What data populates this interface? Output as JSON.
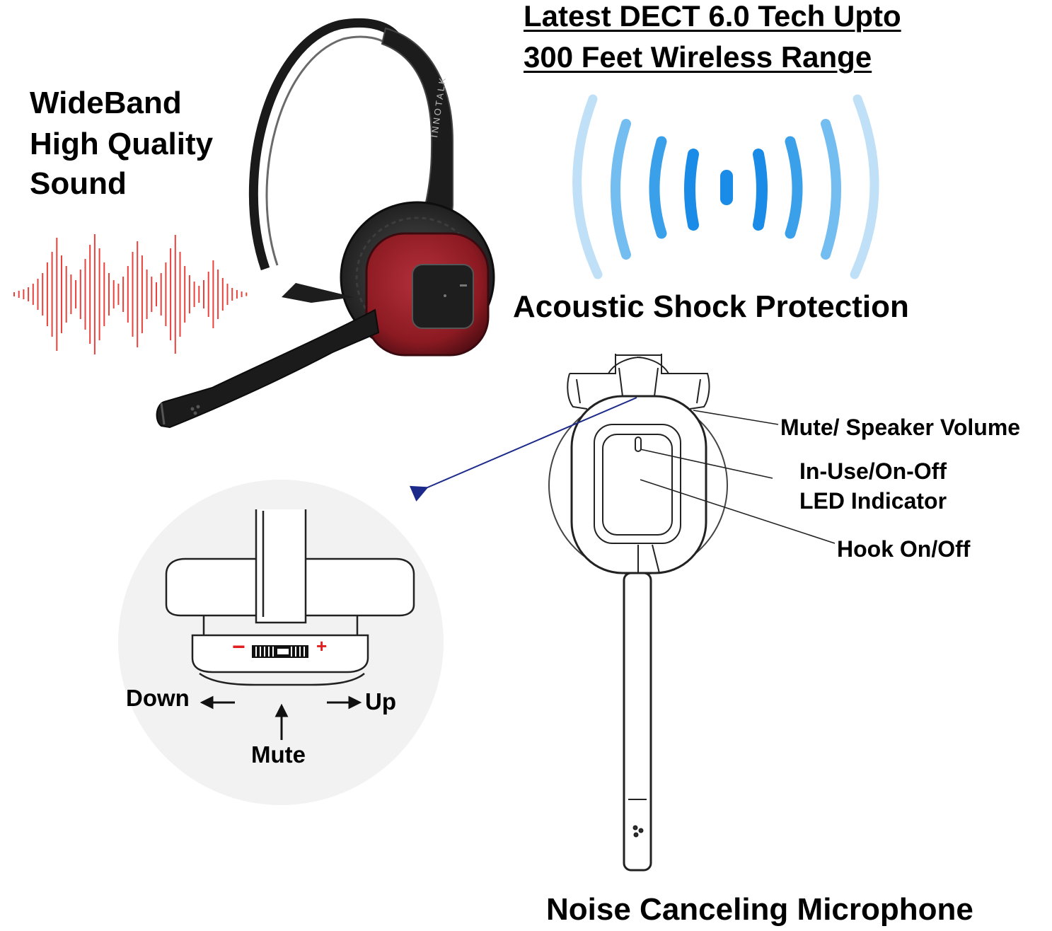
{
  "headline": {
    "line1": "Latest DECT 6.0 Tech Upto ",
    "line2": "300 Feet Wireless Range"
  },
  "features": {
    "sound_line1": "WideBand",
    "sound_line2": "High Quality",
    "sound_line3": "Sound",
    "shock": "Acoustic Shock Protection",
    "microphone": "Noise Canceling Microphone"
  },
  "callouts": {
    "mute_volume": "Mute/ Speaker Volume",
    "led_line1": "In-Use/On-Off",
    "led_line2": "LED Indicator",
    "hook": "Hook On/Off"
  },
  "dial": {
    "down": "Down",
    "up": "Up",
    "mute": "Mute",
    "minus": "−",
    "plus": "+"
  },
  "brand": "INNOTALK",
  "colors": {
    "soundwave": "#e8423c",
    "signal_dark": "#1a8be6",
    "signal_light": "#bfe0f7",
    "earcup": "#8c1a22",
    "pointer": "#1c2a8a"
  }
}
